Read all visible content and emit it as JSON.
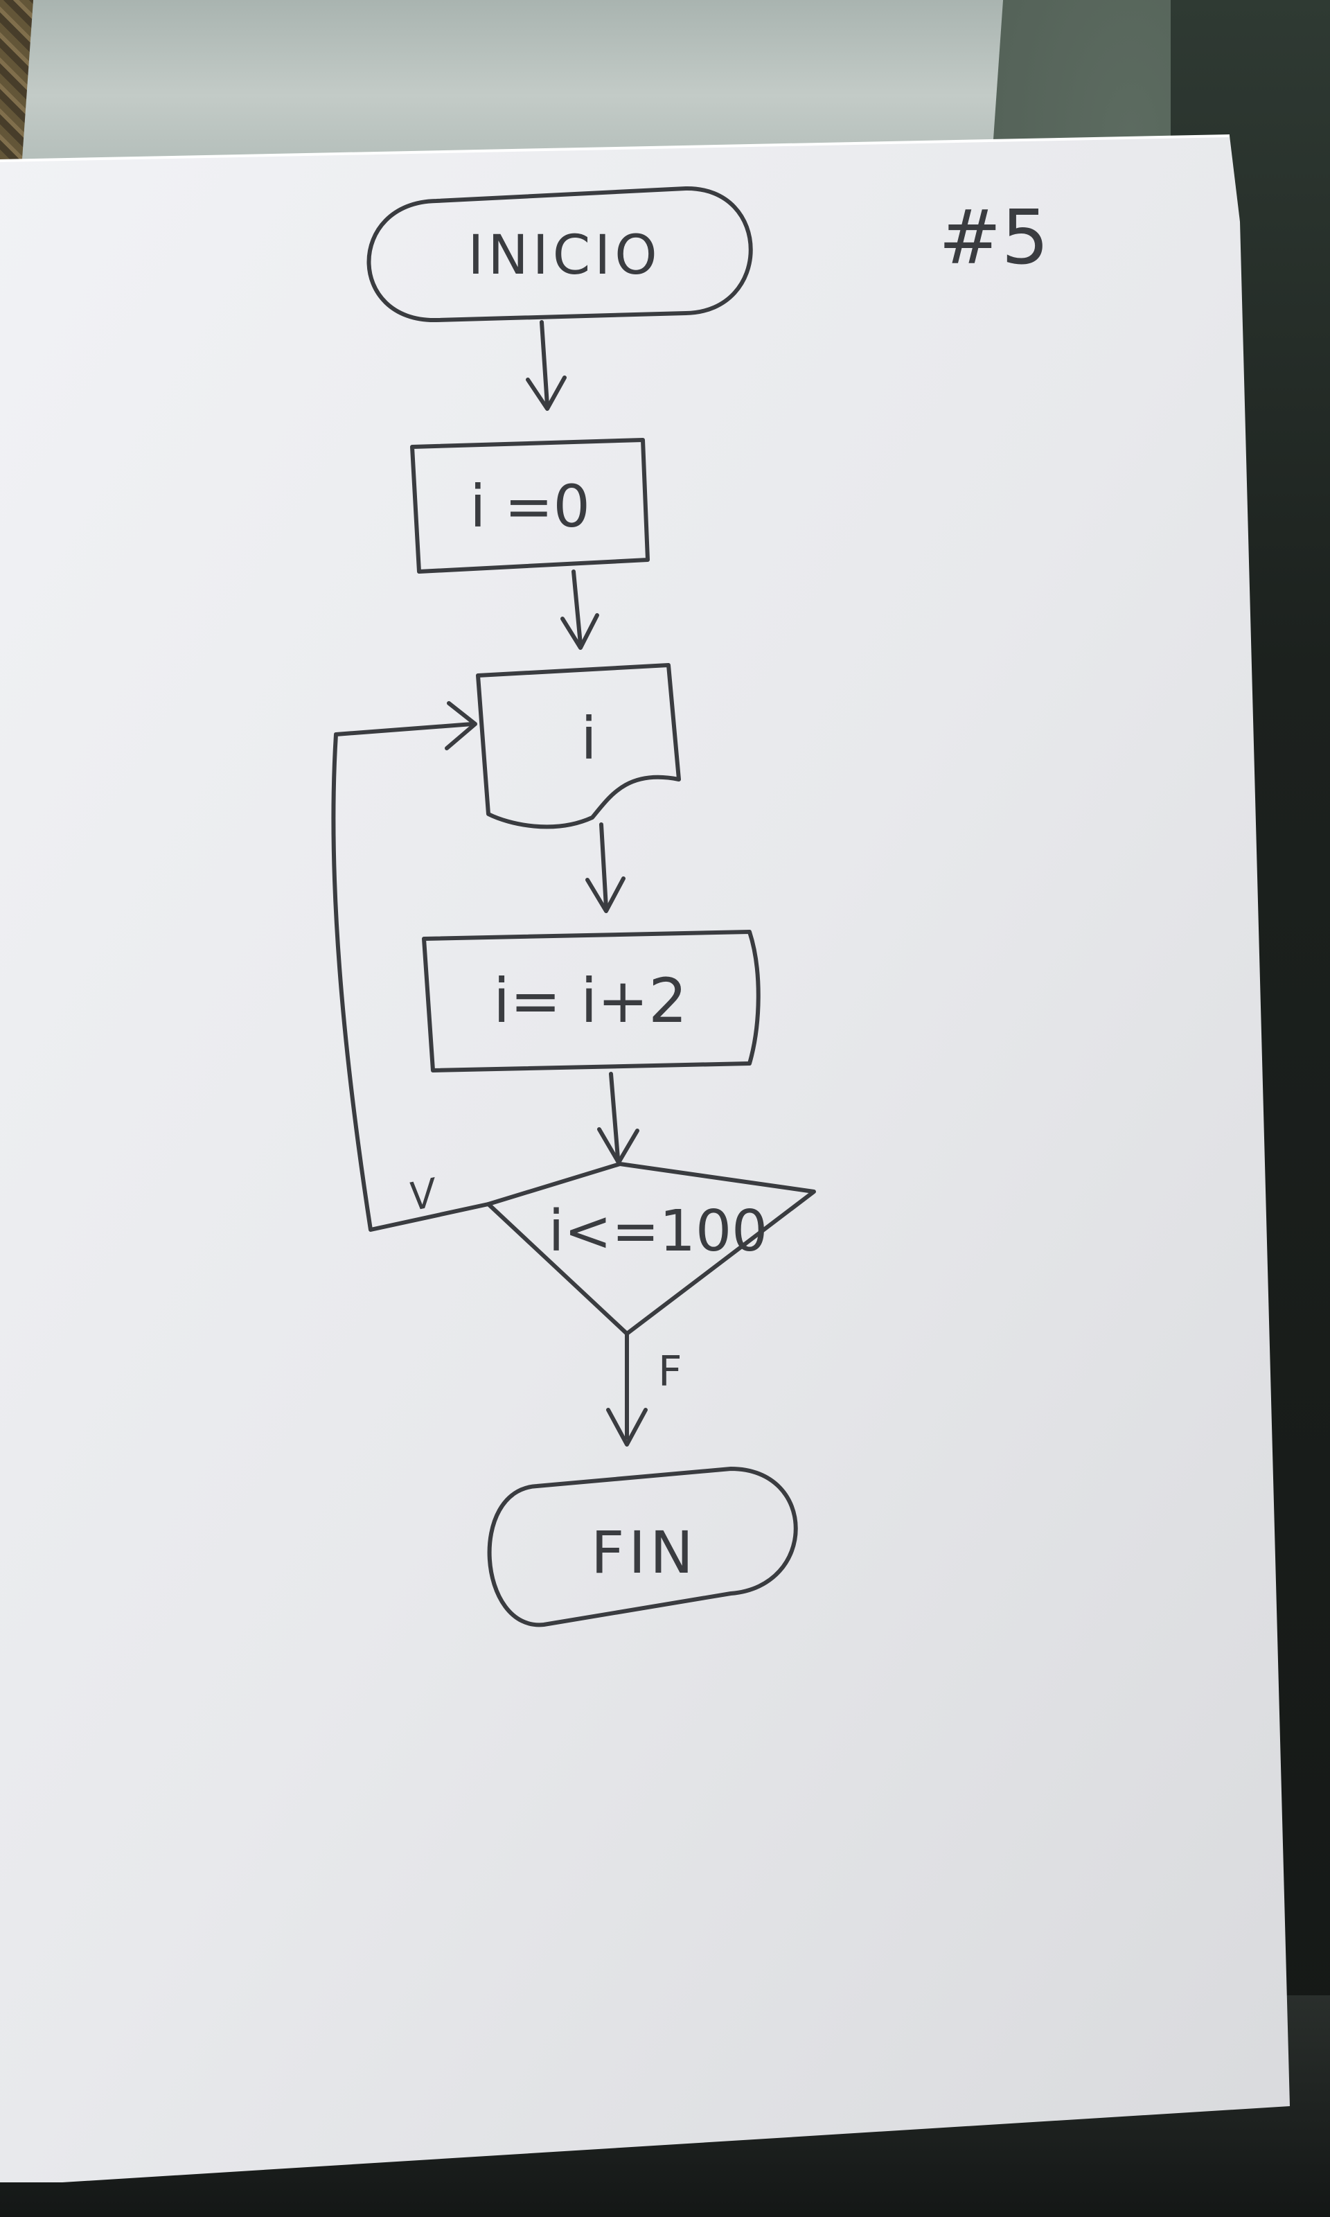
{
  "page_number": "#5",
  "nodes": {
    "start": "INICIO",
    "init": "i =0",
    "input": "i",
    "process": "i= i+2",
    "decision": "i<=100",
    "end": "FIN"
  },
  "edges": {
    "true_label": "V",
    "false_label": "F"
  },
  "colors": {
    "ink": "#3a3c40",
    "paper": "#e9eaed"
  }
}
